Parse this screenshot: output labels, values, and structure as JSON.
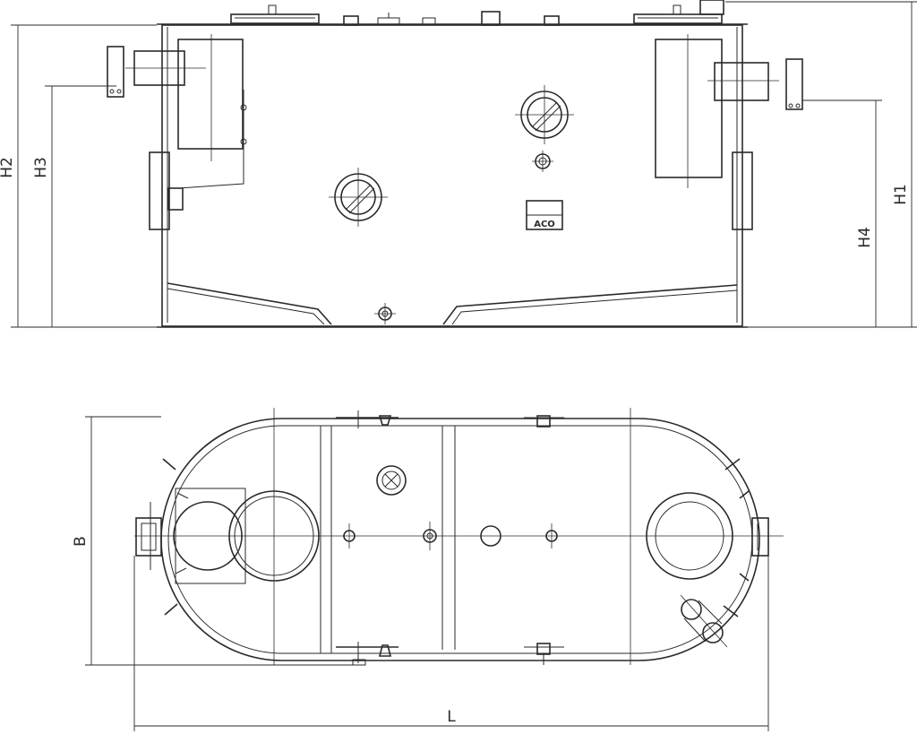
{
  "drawing": {
    "side_view": {
      "dimensions": {
        "h1": "H1",
        "h2": "H2",
        "h3": "H3",
        "h4": "H4"
      },
      "logo_text": "ACO"
    },
    "top_view": {
      "dimensions": {
        "length": "L",
        "width": "B"
      }
    }
  }
}
